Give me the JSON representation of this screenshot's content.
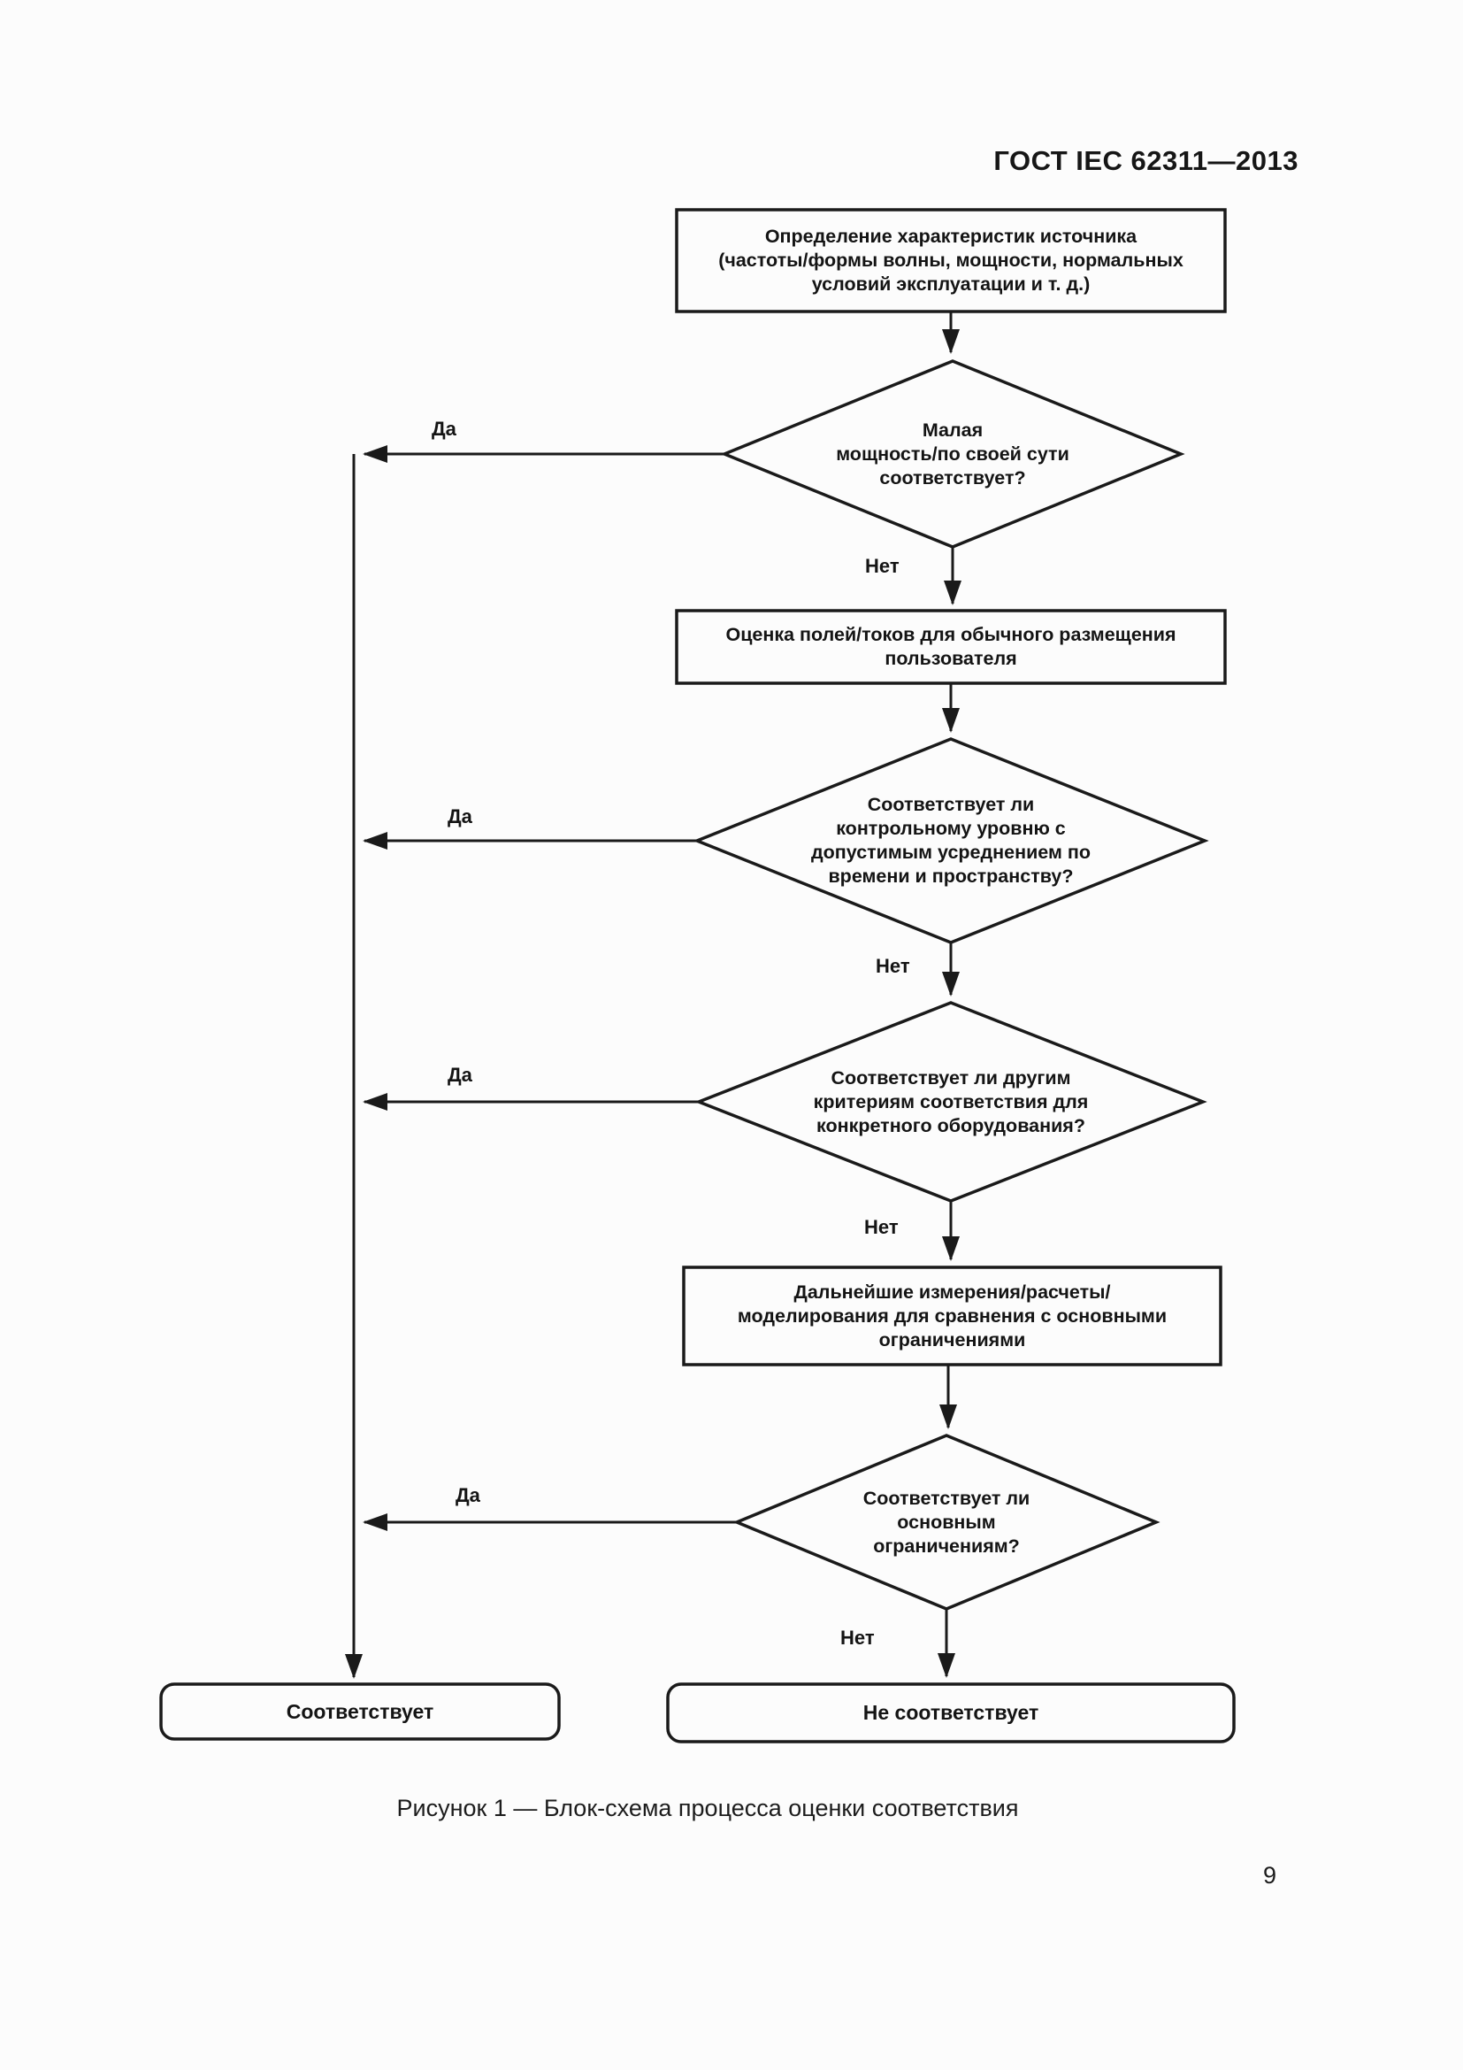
{
  "document": {
    "header": "ГОСТ IEC 62311—2013",
    "figure_caption": "Рисунок 1 — Блок-схема процесса оценки соответствия",
    "page_number": "9"
  },
  "colors": {
    "ink": "#1a1a1a",
    "background": "#fcfcfc"
  },
  "flowchart": {
    "labels": {
      "yes": "Да",
      "no": "Нет"
    },
    "nodes": {
      "source": {
        "type": "process",
        "label": "Определение характеристик источника\n(частоты/формы волны, мощности, нормальных\nусловий эксплуатации и т. д.)"
      },
      "decision_low_power": {
        "type": "decision",
        "label": "Малая\nмощность/по своей сути\nсоответствует?"
      },
      "assess_fields": {
        "type": "process",
        "label": "Оценка полей/токов для обычного размещения\nпользователя"
      },
      "decision_reference_level": {
        "type": "decision",
        "label": "Соответствует ли\nконтрольному уровню с\nдопустимым усреднением по\nвремени и пространству?"
      },
      "decision_other_criteria": {
        "type": "decision",
        "label": "Соответствует ли другим\nкритериям соответствия для\nконкретного оборудования?"
      },
      "further_measurements": {
        "type": "process",
        "label": "Дальнейшие измерения/расчеты/\nмоделирования для сравнения с основными\nограничениями"
      },
      "decision_basic_restrictions": {
        "type": "decision",
        "label": "Соответствует ли\nосновным\nограничениям?"
      },
      "complies": {
        "type": "terminal",
        "label": "Соответствует"
      },
      "not_complies": {
        "type": "terminal",
        "label": "Не соответствует"
      }
    }
  }
}
